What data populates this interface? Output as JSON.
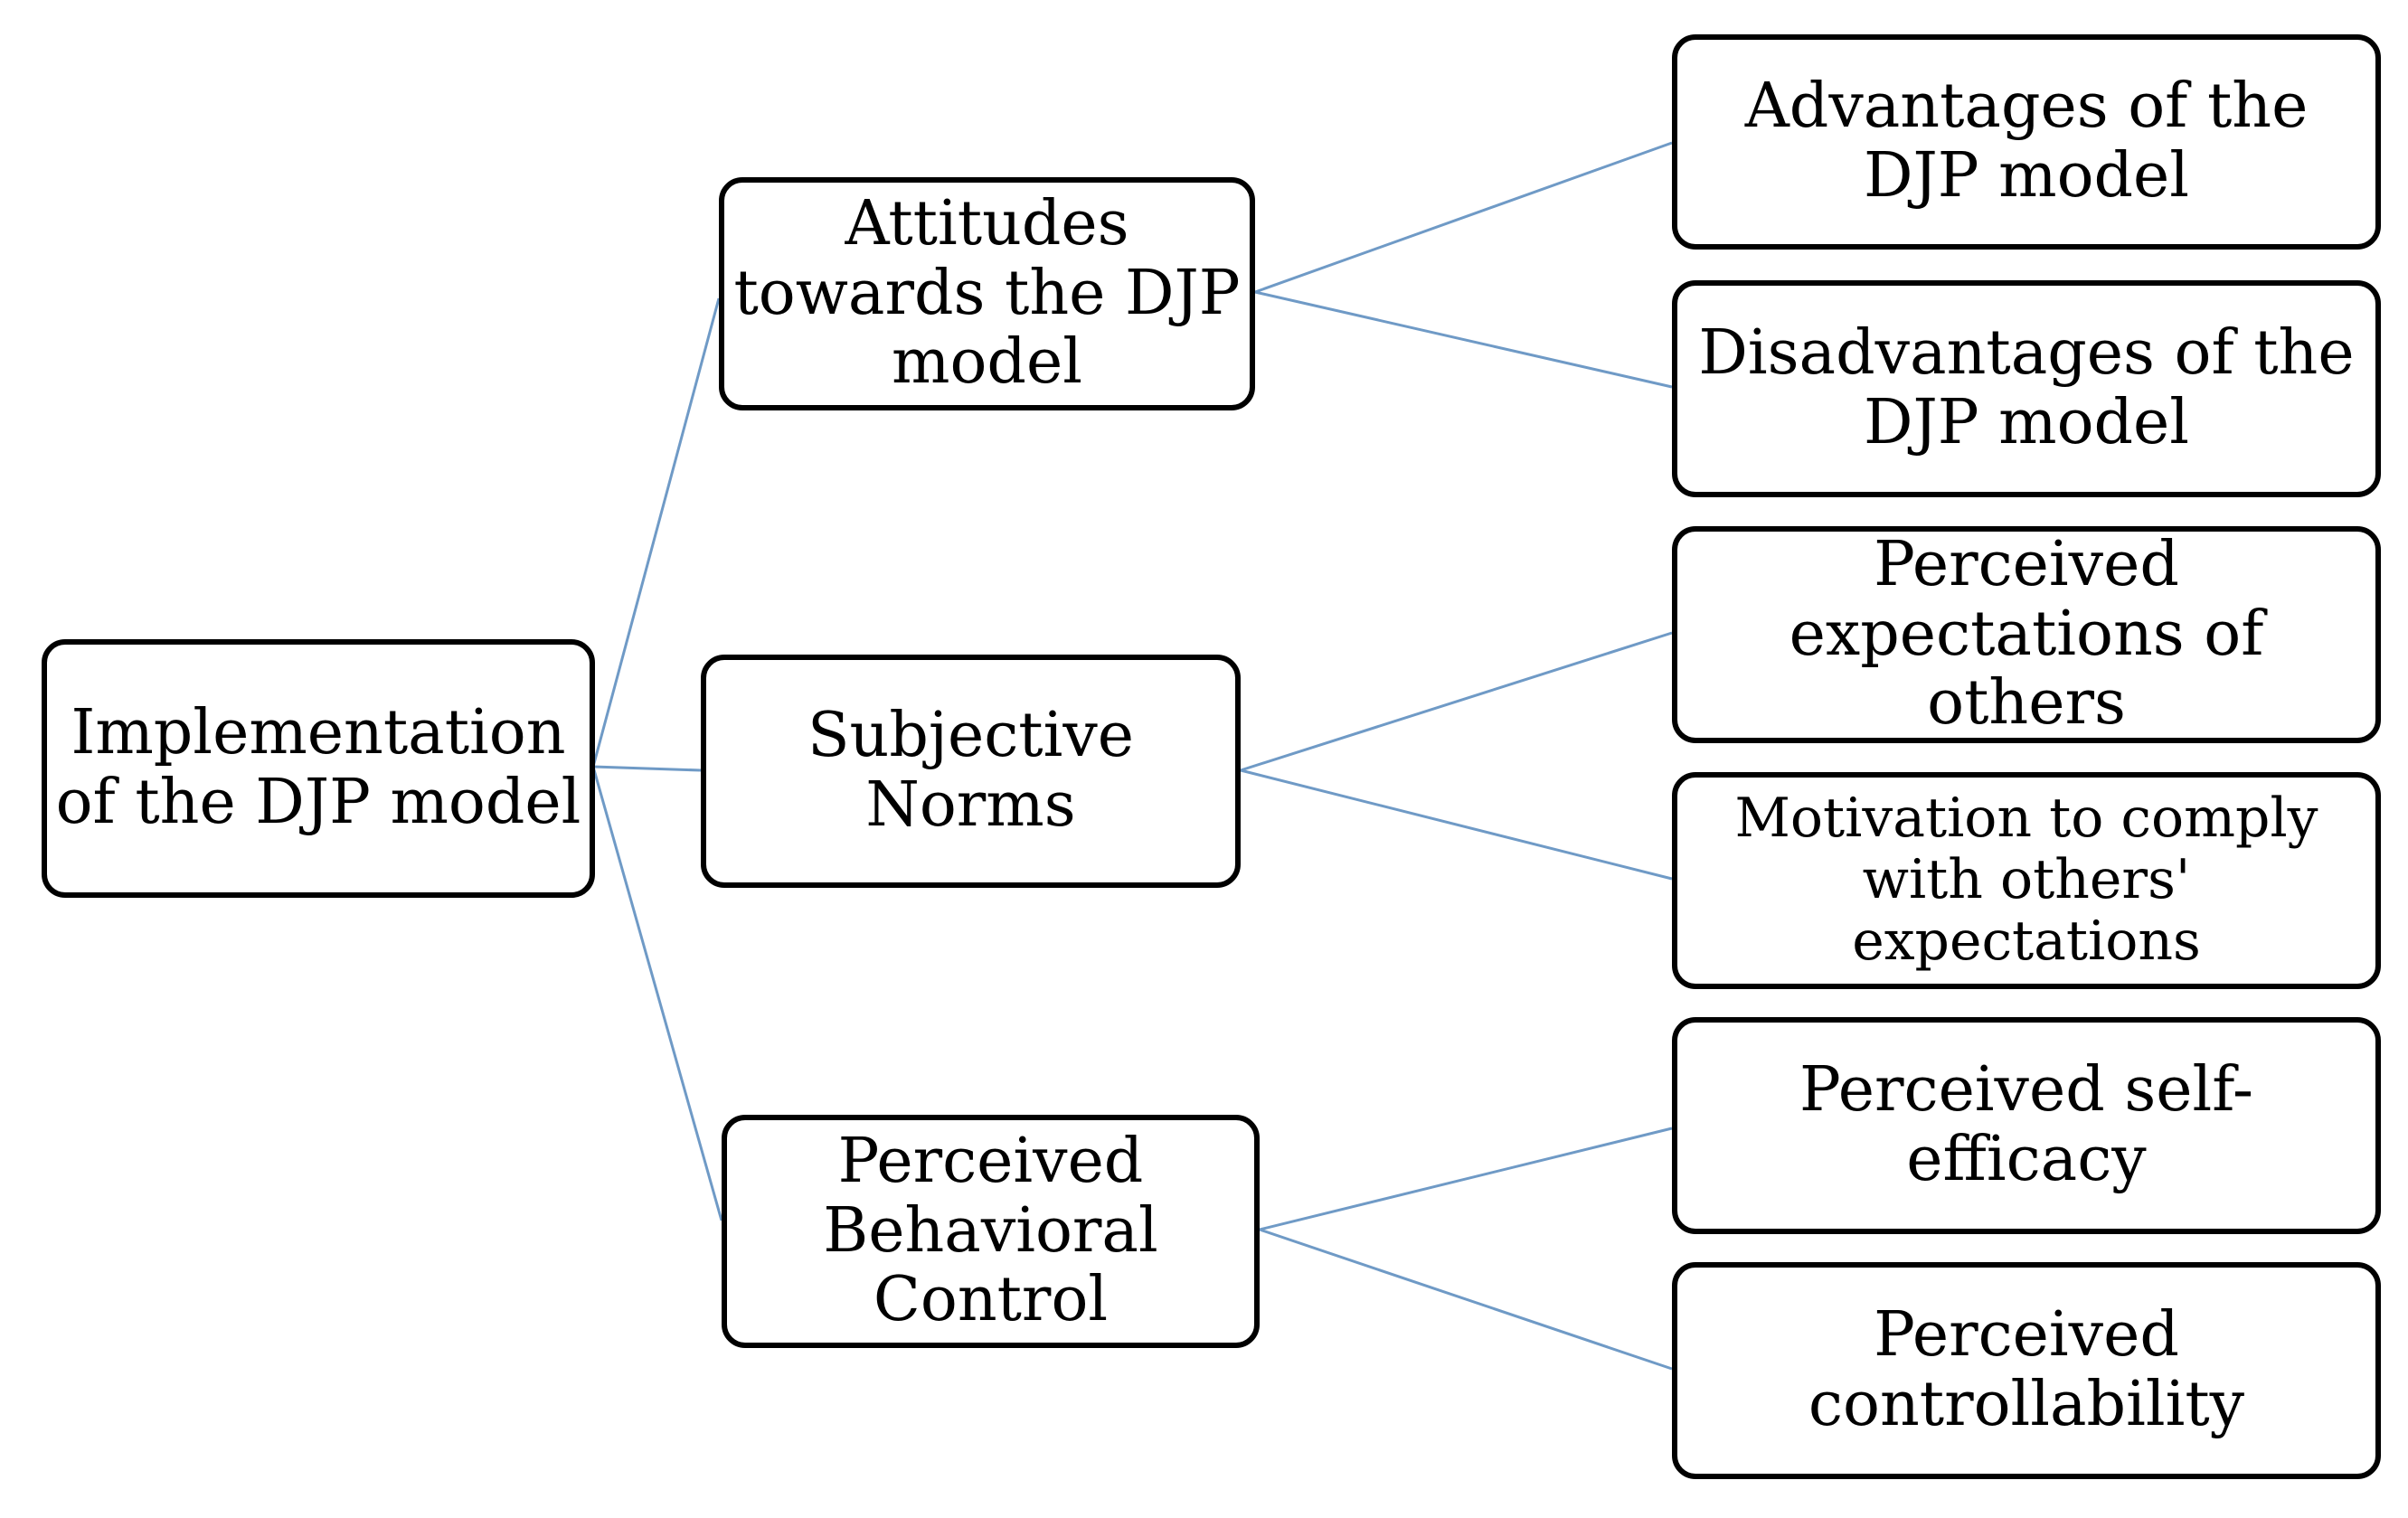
{
  "diagram": {
    "line_color": "#6f9ac6",
    "root": {
      "label": "Implementation\nof the DJP model"
    },
    "constructs": [
      {
        "label": "Attitudes\ntowards the DJP\nmodel",
        "children": [
          {
            "label": "Advantages of the\nDJP model"
          },
          {
            "label": "Disadvantages of the\nDJP model"
          }
        ]
      },
      {
        "label": "Subjective\nNorms",
        "children": [
          {
            "label": "Perceived\nexpectations of\nothers"
          },
          {
            "label": "Motivation to comply\nwith others'\nexpectations"
          }
        ]
      },
      {
        "label": "Perceived\nBehavioral\nControl",
        "children": [
          {
            "label": "Perceived self-\nefficacy"
          },
          {
            "label": "Perceived\ncontrollability"
          }
        ]
      }
    ]
  }
}
